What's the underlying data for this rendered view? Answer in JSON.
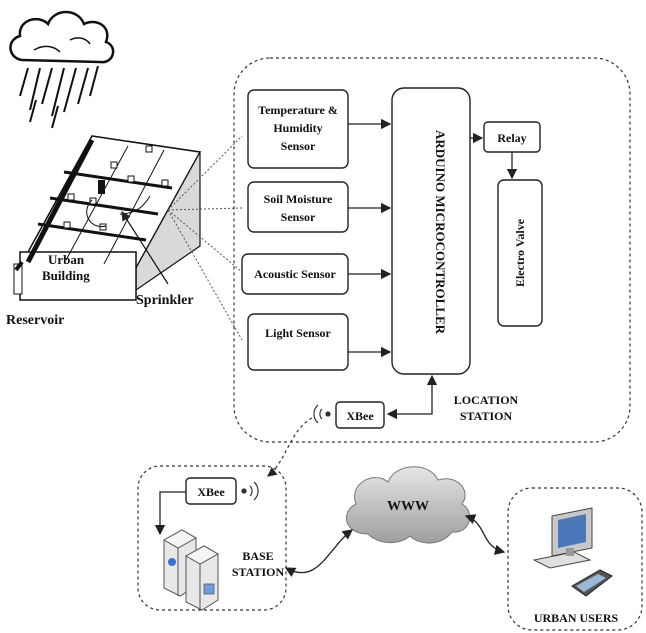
{
  "labels": {
    "reservoir": "Reservoir",
    "urban_building_line1": "Urban",
    "urban_building_line2": "Building",
    "sprinkler": "Sprinkler",
    "temp_line1": "Temperature &",
    "temp_line2": "Humidity",
    "temp_line3": "Sensor",
    "soil_line1": "Soil Moisture",
    "soil_line2": "Sensor",
    "acoustic": "Acoustic Sensor",
    "light": "Light Sensor",
    "arduino": "ARDUINO MICROCONTROLLER",
    "relay": "Relay",
    "electro_valve": "Electro Valve",
    "xbee_location": "XBee",
    "location_line1": "LOCATION",
    "location_line2": "STATION",
    "xbee_base": "XBee",
    "base_line1": "BASE",
    "base_line2": "STATION",
    "www": "WWW",
    "urban_users": "URBAN USERS"
  },
  "icons": [
    "rain-cloud-icon",
    "building-icon",
    "wifi-signal-icon",
    "server-icon",
    "cloud-icon",
    "computer-icon",
    "mobile-phone-icon"
  ],
  "colors": {
    "stroke": "#222222",
    "building_side": "#d9d9d9",
    "cloud": "#bfbfbf"
  }
}
